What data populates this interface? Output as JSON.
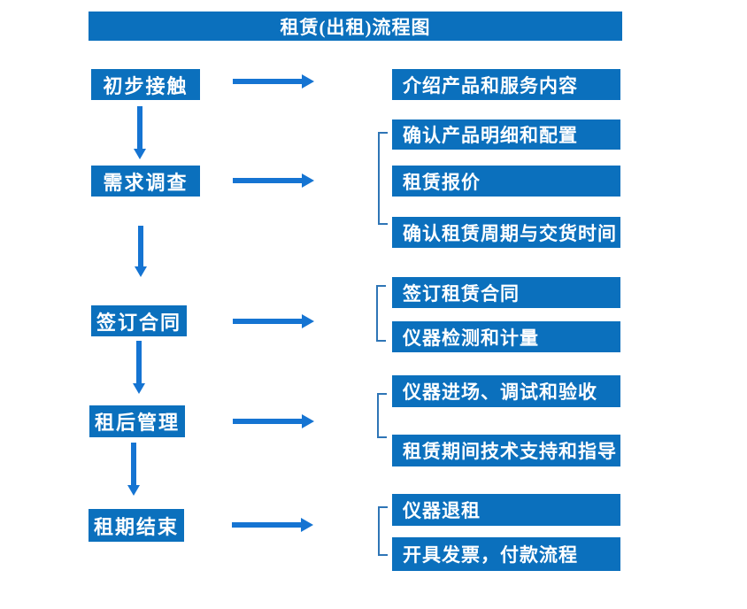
{
  "title": "租赁(出租)流程图",
  "colors": {
    "box": "#0b70bd",
    "arrow": "#1574d2",
    "bracket": "#2e75b6",
    "text": "#ffffff"
  },
  "steps": [
    {
      "label": "初步接触"
    },
    {
      "label": "需求调查"
    },
    {
      "label": "签订合同"
    },
    {
      "label": "租后管理"
    },
    {
      "label": "租期结束"
    }
  ],
  "details": [
    {
      "items": [
        "介绍产品和服务内容"
      ]
    },
    {
      "items": [
        "确认产品明细和配置",
        "租赁报价",
        "确认租赁周期与交货时间"
      ]
    },
    {
      "items": [
        "签订租赁合同",
        "仪器检测和计量"
      ]
    },
    {
      "items": [
        "仪器进场、调试和验收",
        "租赁期间技术支持和指导"
      ]
    },
    {
      "items": [
        "仪器退租",
        "开具发票，付款流程"
      ]
    }
  ]
}
